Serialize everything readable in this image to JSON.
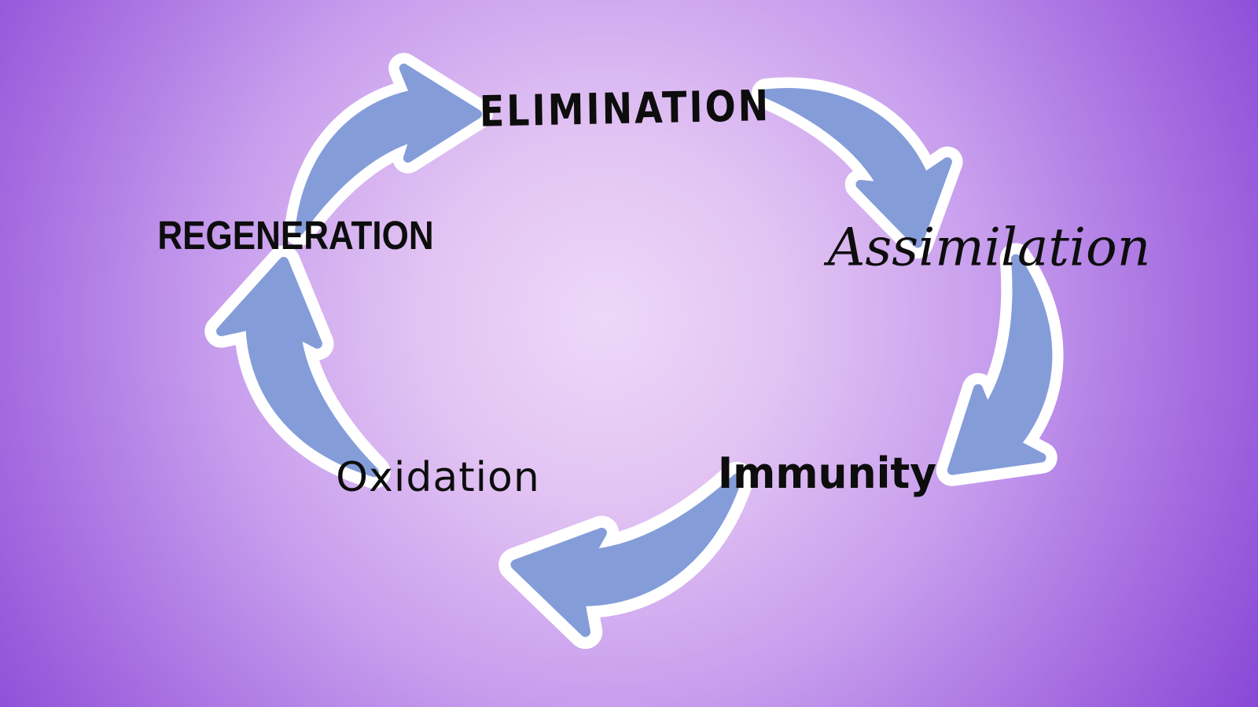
{
  "diagram": {
    "type": "cycle",
    "stages": [
      {
        "id": "elimination",
        "label": "ELIMINATION"
      },
      {
        "id": "assimilation",
        "label": "Assimilation"
      },
      {
        "id": "immunity",
        "label": "Immunity"
      },
      {
        "id": "oxidation",
        "label": "Oxidation"
      },
      {
        "id": "regeneration",
        "label": "REGENERATION"
      }
    ],
    "flow": [
      "ELIMINATION -> Assimilation",
      "Assimilation -> Immunity",
      "Immunity -> Oxidation",
      "Oxidation -> REGENERATION",
      "REGENERATION -> ELIMINATION"
    ]
  },
  "colors": {
    "arrow_fill": "#849DD9",
    "arrow_outline": "#FFFFFF",
    "text": "#0D0D0D",
    "bg_center": "#EDD8F8",
    "bg_edge": "#6B28CD"
  }
}
